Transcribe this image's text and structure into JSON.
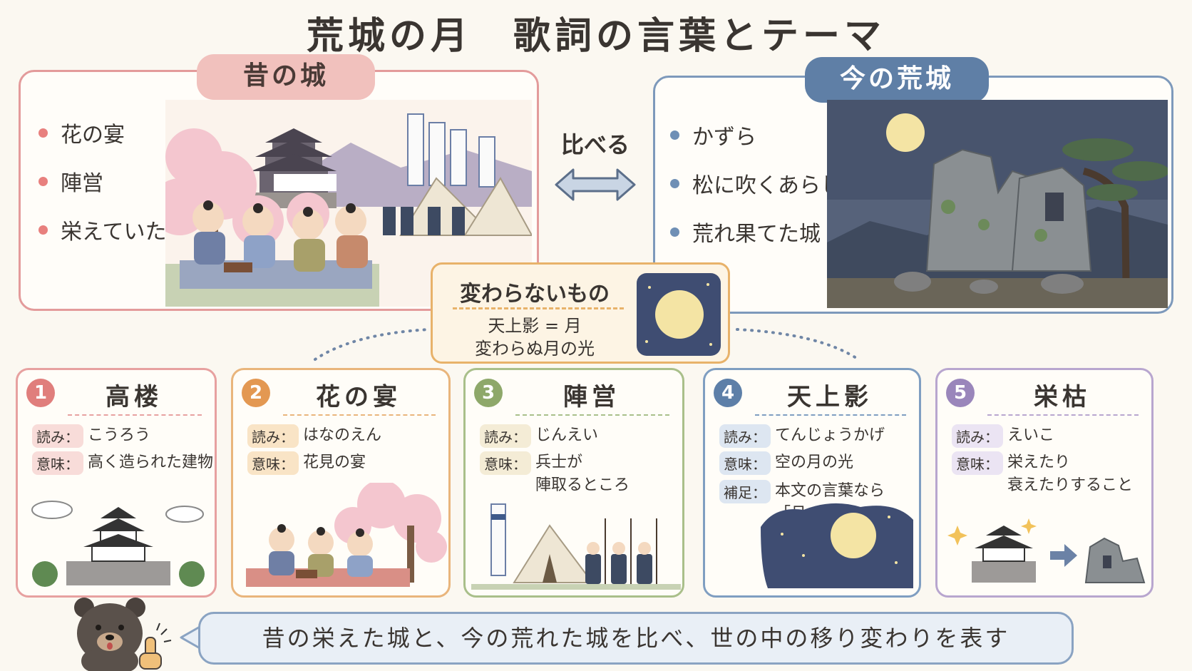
{
  "title": "荒城の月　歌詞の言葉とテーマ",
  "past": {
    "heading": "昔の城",
    "items": [
      "花の宴",
      "陣営",
      "栄えていた時代"
    ]
  },
  "present": {
    "heading": "今の荒城",
    "items": [
      "かずら",
      "松に吹くあらし",
      "荒れ果てた城"
    ]
  },
  "compare_label": "比べる",
  "unchanging": {
    "heading": "変わらないもの",
    "line1": "天上影 = 月",
    "line2": "変わらぬ月の光"
  },
  "cards": [
    {
      "num": "1",
      "title": "高楼",
      "reading_tag": "読み：",
      "reading": "こうろう",
      "meaning_tag": "意味：",
      "meaning": "高く造られた建物"
    },
    {
      "num": "2",
      "title": "花の宴",
      "reading_tag": "読み：",
      "reading": "はなのえん",
      "meaning_tag": "意味：",
      "meaning": "花見の宴"
    },
    {
      "num": "3",
      "title": "陣営",
      "reading_tag": "読み：",
      "reading": "じんえい",
      "meaning_tag": "意味：",
      "meaning_line1": "兵士が",
      "meaning_line2": "陣取るところ"
    },
    {
      "num": "4",
      "title": "天上影",
      "reading_tag": "読み：",
      "reading": "てんじょうかげ",
      "meaning_tag": "意味：",
      "meaning": "空の月の光",
      "note_tag": "補足：",
      "note_line1": "本文の言葉なら",
      "note_line2": "「月」"
    },
    {
      "num": "5",
      "title": "栄枯",
      "reading_tag": "読み：",
      "reading": "えいこ",
      "meaning_tag": "意味：",
      "meaning_line1": "栄えたり",
      "meaning_line2": "衰えたりすること"
    }
  ],
  "summary": "昔の栄えた城と、今の荒れた城を比べ、世の中の移り変わりを表す",
  "colors": {
    "pink": "#e39b9b",
    "blue": "#7d99bb",
    "orange": "#e8b26a",
    "green": "#a9bf8a",
    "purple": "#b8a6cf"
  }
}
